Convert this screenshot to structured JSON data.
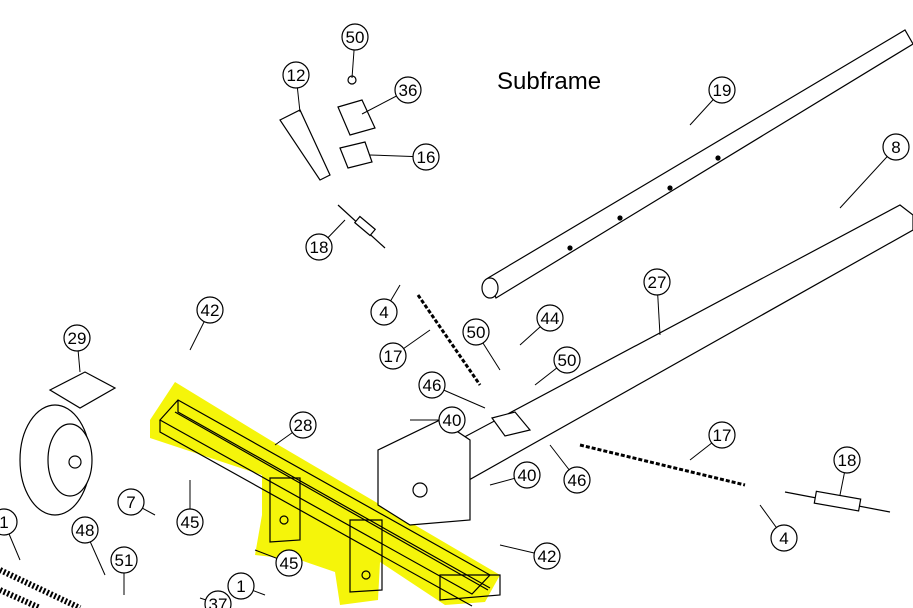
{
  "diagram": {
    "title": "Subframe",
    "highlight_color": "#f5f50a",
    "callouts": [
      {
        "id": "c50a",
        "label": "50"
      },
      {
        "id": "c12",
        "label": "12"
      },
      {
        "id": "c36",
        "label": "36"
      },
      {
        "id": "c16",
        "label": "16"
      },
      {
        "id": "c19",
        "label": "19"
      },
      {
        "id": "c8",
        "label": "8"
      },
      {
        "id": "c18a",
        "label": "18"
      },
      {
        "id": "c4a",
        "label": "4"
      },
      {
        "id": "c27",
        "label": "27"
      },
      {
        "id": "c17a",
        "label": "17"
      },
      {
        "id": "c50b",
        "label": "50"
      },
      {
        "id": "c44",
        "label": "44"
      },
      {
        "id": "c50c",
        "label": "50"
      },
      {
        "id": "c42a",
        "label": "42"
      },
      {
        "id": "c29",
        "label": "29"
      },
      {
        "id": "c46a",
        "label": "46"
      },
      {
        "id": "c40a",
        "label": "40"
      },
      {
        "id": "c28",
        "label": "28"
      },
      {
        "id": "c17b",
        "label": "17"
      },
      {
        "id": "c18b",
        "label": "18"
      },
      {
        "id": "c40b",
        "label": "40"
      },
      {
        "id": "c46b",
        "label": "46"
      },
      {
        "id": "c7",
        "label": "7"
      },
      {
        "id": "c45a",
        "label": "45"
      },
      {
        "id": "c48",
        "label": "48"
      },
      {
        "id": "c4b",
        "label": "4"
      },
      {
        "id": "c42b",
        "label": "42"
      },
      {
        "id": "c51",
        "label": "51"
      },
      {
        "id": "c45b",
        "label": "45"
      },
      {
        "id": "c1a",
        "label": "1"
      },
      {
        "id": "c1b",
        "label": "1"
      },
      {
        "id": "c37",
        "label": "37"
      }
    ]
  }
}
